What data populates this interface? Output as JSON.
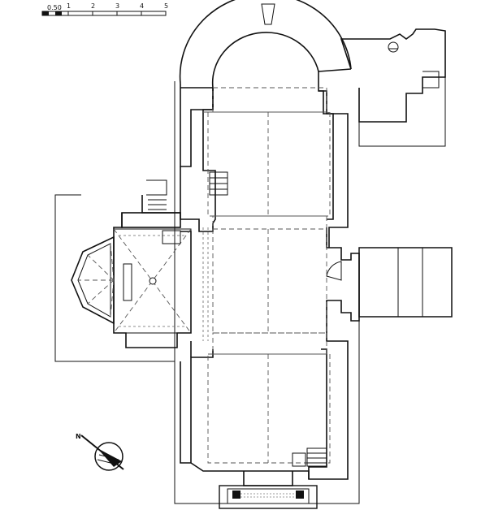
{
  "scale_bar": {
    "ticks": [
      "0.50",
      "1",
      "2",
      "3",
      "4",
      "5"
    ]
  },
  "north_arrow": {
    "letter": "N"
  }
}
